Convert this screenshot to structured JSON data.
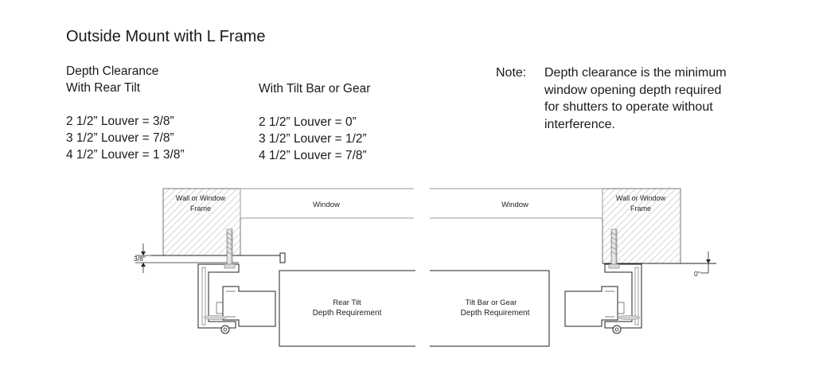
{
  "title": "Outside Mount with L Frame",
  "rear_tilt": {
    "heading_line1": "Depth Clearance",
    "heading_line2": "With Rear Tilt",
    "rows": [
      "2 1/2” Louver = 3/8”",
      "3 1/2” Louver = 7/8”",
      "4 1/2” Louver = 1 3/8”"
    ]
  },
  "tilt_bar": {
    "heading": "With Tilt Bar or Gear",
    "rows": [
      "2 1/2” Louver = 0”",
      "3 1/2” Louver = 1/2”",
      "4 1/2” Louver = 7/8”"
    ]
  },
  "note": {
    "label": "Note:",
    "text": "Depth clearance is the minimum window opening depth required for shutters to operate without interference."
  },
  "diagram": {
    "left": {
      "wall_label_line1": "Wall or Window",
      "wall_label_line2": "Frame",
      "window_label": "Window",
      "dimension_label": "3/8\"",
      "box_label_line1": "Rear Tilt",
      "box_label_line2": "Depth Requirement"
    },
    "right": {
      "wall_label_line1": "Wall or Window",
      "wall_label_line2": "Frame",
      "window_label": "Window",
      "dimension_label": "0\"",
      "box_label_line1": "Tilt Bar or Gear",
      "box_label_line2": "Depth Requirement"
    }
  }
}
